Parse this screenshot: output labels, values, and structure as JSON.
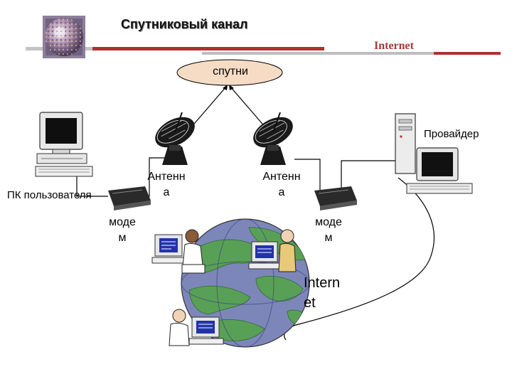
{
  "header": {
    "title": "Спутниковый канал",
    "brand": "Internet"
  },
  "satellite": {
    "label": "спутни"
  },
  "provider": {
    "label": "Провайдер"
  },
  "user_pc": {
    "label": "ПК пользователя"
  },
  "antenna_left": {
    "line1": "Антенн",
    "line2": "а"
  },
  "antenna_right": {
    "line1": "Антенн",
    "line2": "а"
  },
  "modem_left": {
    "line1": "моде",
    "line2": "м"
  },
  "modem_right": {
    "line1": "моде",
    "line2": "м"
  },
  "internet": {
    "line1": "Intern",
    "line2": "et"
  },
  "colors": {
    "accent_bar": "#bfbfbf",
    "accent_bar_red": "#b03030",
    "satellite_fill": "#f6dcc4",
    "globe_water": "#7d86b8",
    "globe_land": "#58a056",
    "brand_text": "#a33a3a"
  },
  "icons": [
    "globe-image-icon",
    "computer-icon",
    "dish-antenna-icon",
    "modem-icon",
    "server-tower-icon",
    "person-at-computer-icon"
  ]
}
